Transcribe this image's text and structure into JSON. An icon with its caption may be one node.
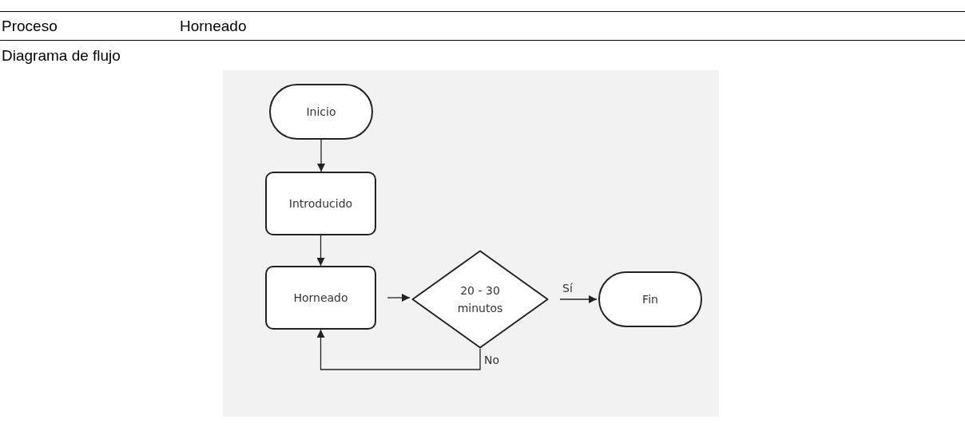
{
  "diagram": {
    "nodes": [
      {
        "text": [
          "Inicio"
        ]
      },
      {
        "text": [
          "Introducido"
        ]
      },
      {
        "text": [
          "Horneado"
        ]
      },
      {
        "text": [
          "20 - 30 minutos"
        ]
      },
      {
        "text": [
          "Fin"
        ]
      }
    ],
    "edges": [
      {
        "from": 0,
        "to": 1,
        "arrow": "to"
      },
      {
        "from": 1,
        "to": 2,
        "arrow": "to"
      },
      {
        "from": 2,
        "to": 3,
        "arrow": "to"
      },
      {
        "from": 3,
        "to": 4,
        "arrow": "to",
        "label": "Sí"
      },
      {
        "from": 3,
        "to": 2,
        "arrow": "to",
        "label": "No"
      }
    ],
    "labels": [
      "Proceso",
      "Horneado",
      "Diagrama de flujo"
    ]
  }
}
